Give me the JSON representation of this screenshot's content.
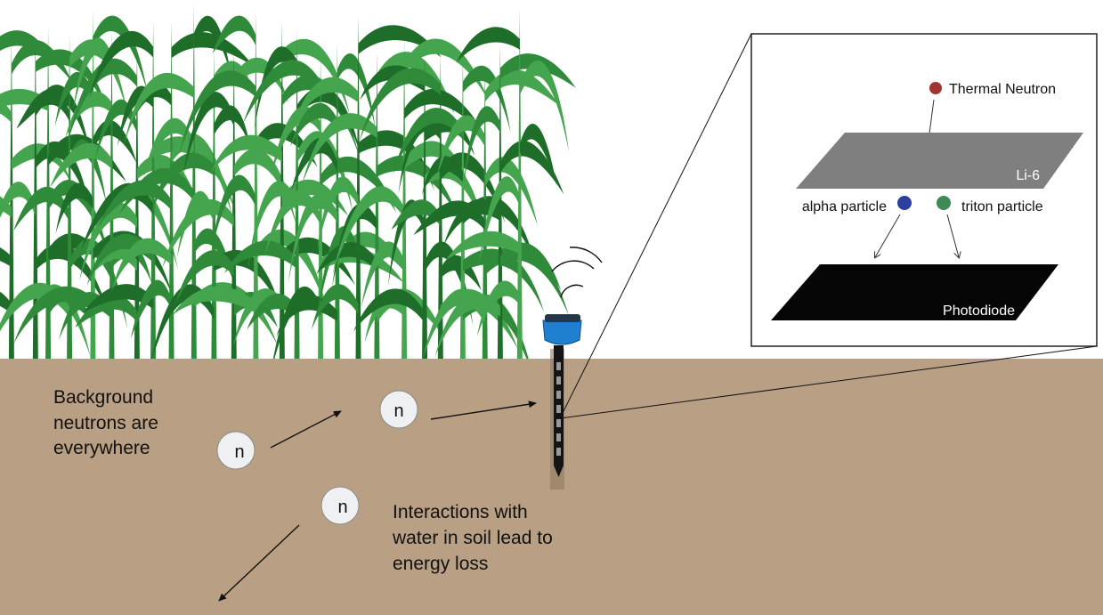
{
  "left_text": {
    "background_line1": "Background",
    "background_line2": "neutrons are",
    "background_line3": "everywhere",
    "interaction_line1": "Interactions with",
    "interaction_line2": "water in soil lead to",
    "interaction_line3": "energy loss"
  },
  "neutron_symbol": "n",
  "detail_panel": {
    "thermal_neutron": "Thermal Neutron",
    "li6": "Li-6",
    "alpha_particle": "alpha particle",
    "triton_particle": "triton particle",
    "photodiode": "Photodiode"
  },
  "colors": {
    "soil": "#b9a084",
    "sky": "#ffffff",
    "corn_dark": "#1e6e2a",
    "corn_mid": "#2f8a39",
    "corn_light": "#45a44e",
    "sensor_cap": "#1f7fd1",
    "probe": "#1a1a1a",
    "li6_layer": "#7f7f80",
    "photodiode_layer": "#050505",
    "thermal_neutron_dot": "#a33232",
    "alpha_dot": "#2b3f9c",
    "triton_dot": "#3d8a55",
    "neutron_circle": "#eef0f2"
  }
}
